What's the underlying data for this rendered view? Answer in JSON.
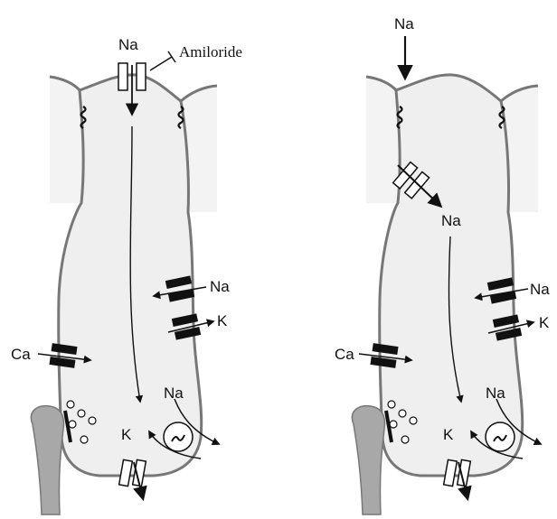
{
  "colors": {
    "cell_fill": "#efefef",
    "membrane": "#777777",
    "neighbor_fill": "#f3f3f3",
    "nerve": "#a8a8a8",
    "ink": "#111111"
  },
  "left_panel": {
    "apical_na": "Na",
    "drug": "Amiloride",
    "basolateral_na": "Na",
    "basolateral_k": "K",
    "calcium": "Ca",
    "pump_na": "Na",
    "pump_k": "K"
  },
  "right_panel": {
    "apical_na": "Na",
    "intracellular_na": "Na",
    "basolateral_na": "Na",
    "basolateral_k": "K",
    "calcium": "Ca",
    "pump_na": "Na",
    "pump_k": "K"
  }
}
